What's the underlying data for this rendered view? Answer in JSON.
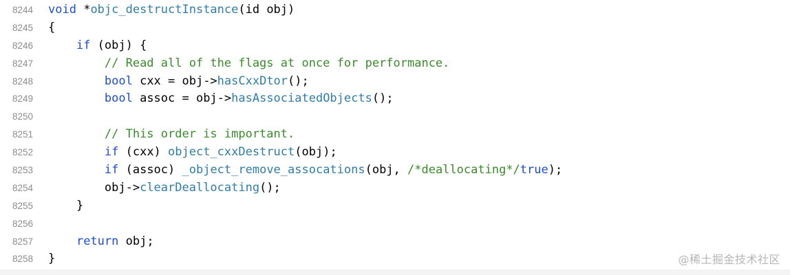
{
  "colors": {
    "keyword": "#1d4fc6",
    "function": "#2f7da8",
    "comment": "#3b8a2c",
    "plain": "#000000",
    "line_number": "#8c8c8c"
  },
  "watermark": "@稀土掘金技术社区",
  "lines": [
    {
      "num": "8244",
      "tokens": [
        [
          "kw",
          "void"
        ],
        [
          "pl",
          " *"
        ],
        [
          "fn",
          "objc_destructInstance"
        ],
        [
          "pl",
          "(id obj)"
        ]
      ]
    },
    {
      "num": "8245",
      "tokens": [
        [
          "pl",
          "{"
        ]
      ]
    },
    {
      "num": "8246",
      "tokens": [
        [
          "pl",
          "    "
        ],
        [
          "kw",
          "if"
        ],
        [
          "pl",
          " (obj) {"
        ]
      ]
    },
    {
      "num": "8247",
      "tokens": [
        [
          "pl",
          "        "
        ],
        [
          "cm",
          "// Read all of the flags at once for performance."
        ]
      ]
    },
    {
      "num": "8248",
      "tokens": [
        [
          "pl",
          "        "
        ],
        [
          "kw",
          "bool"
        ],
        [
          "pl",
          " cxx = obj->"
        ],
        [
          "fn",
          "hasCxxDtor"
        ],
        [
          "pl",
          "();"
        ]
      ]
    },
    {
      "num": "8249",
      "tokens": [
        [
          "pl",
          "        "
        ],
        [
          "kw",
          "bool"
        ],
        [
          "pl",
          " assoc = obj->"
        ],
        [
          "fn",
          "hasAssociatedObjects"
        ],
        [
          "pl",
          "();"
        ]
      ]
    },
    {
      "num": "8250",
      "tokens": []
    },
    {
      "num": "8251",
      "tokens": [
        [
          "pl",
          "        "
        ],
        [
          "cm",
          "// This order is important."
        ]
      ]
    },
    {
      "num": "8252",
      "tokens": [
        [
          "pl",
          "        "
        ],
        [
          "kw",
          "if"
        ],
        [
          "pl",
          " (cxx) "
        ],
        [
          "fn",
          "object_cxxDestruct"
        ],
        [
          "pl",
          "(obj);"
        ]
      ]
    },
    {
      "num": "8253",
      "tokens": [
        [
          "pl",
          "        "
        ],
        [
          "kw",
          "if"
        ],
        [
          "pl",
          " (assoc) "
        ],
        [
          "fn",
          "_object_remove_assocations"
        ],
        [
          "pl",
          "(obj, "
        ],
        [
          "cm",
          "/*deallocating*/"
        ],
        [
          "kw",
          "true"
        ],
        [
          "pl",
          ");"
        ]
      ]
    },
    {
      "num": "8254",
      "tokens": [
        [
          "pl",
          "        obj->"
        ],
        [
          "fn",
          "clearDeallocating"
        ],
        [
          "pl",
          "();"
        ]
      ]
    },
    {
      "num": "8255",
      "tokens": [
        [
          "pl",
          "    }"
        ]
      ]
    },
    {
      "num": "8256",
      "tokens": []
    },
    {
      "num": "8257",
      "tokens": [
        [
          "pl",
          "    "
        ],
        [
          "kw",
          "return"
        ],
        [
          "pl",
          " obj;"
        ]
      ]
    },
    {
      "num": "8258",
      "tokens": [
        [
          "pl",
          "}"
        ]
      ]
    }
  ]
}
